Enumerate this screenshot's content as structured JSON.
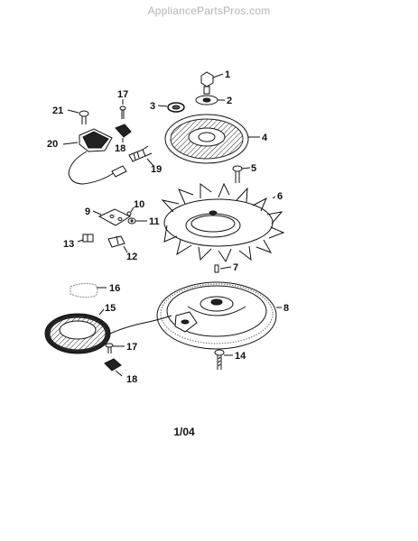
{
  "watermark": "AppliancePartsPros.com",
  "date_code": "1/04",
  "callouts": [
    "1",
    "2",
    "3",
    "4",
    "5",
    "6",
    "7",
    "8",
    "9",
    "10",
    "11",
    "12",
    "13",
    "14",
    "15",
    "16",
    "17",
    "17",
    "18",
    "18",
    "19",
    "20",
    "21"
  ],
  "parts": [
    {
      "name": "bolt",
      "callout": "1"
    },
    {
      "name": "washer",
      "callout": "2"
    },
    {
      "name": "nut",
      "callout": "3"
    },
    {
      "name": "screen",
      "callout": "4"
    },
    {
      "name": "screw",
      "callout": "5"
    },
    {
      "name": "fan",
      "callout": "6"
    },
    {
      "name": "key",
      "callout": "7"
    },
    {
      "name": "flywheel",
      "callout": "8"
    },
    {
      "name": "bracket",
      "callout": "9"
    },
    {
      "name": "screw",
      "callout": "10"
    },
    {
      "name": "nut",
      "callout": "11"
    },
    {
      "name": "clip",
      "callout": "12"
    },
    {
      "name": "clip",
      "callout": "13"
    },
    {
      "name": "screw",
      "callout": "14"
    },
    {
      "name": "stator",
      "callout": "15"
    },
    {
      "name": "tie-strap",
      "callout": "16"
    },
    {
      "name": "screw",
      "callout": "17"
    },
    {
      "name": "clamp",
      "callout": "18"
    },
    {
      "name": "spark-plug",
      "callout": "19"
    },
    {
      "name": "ignition-module",
      "callout": "20"
    },
    {
      "name": "screw",
      "callout": "21"
    }
  ]
}
